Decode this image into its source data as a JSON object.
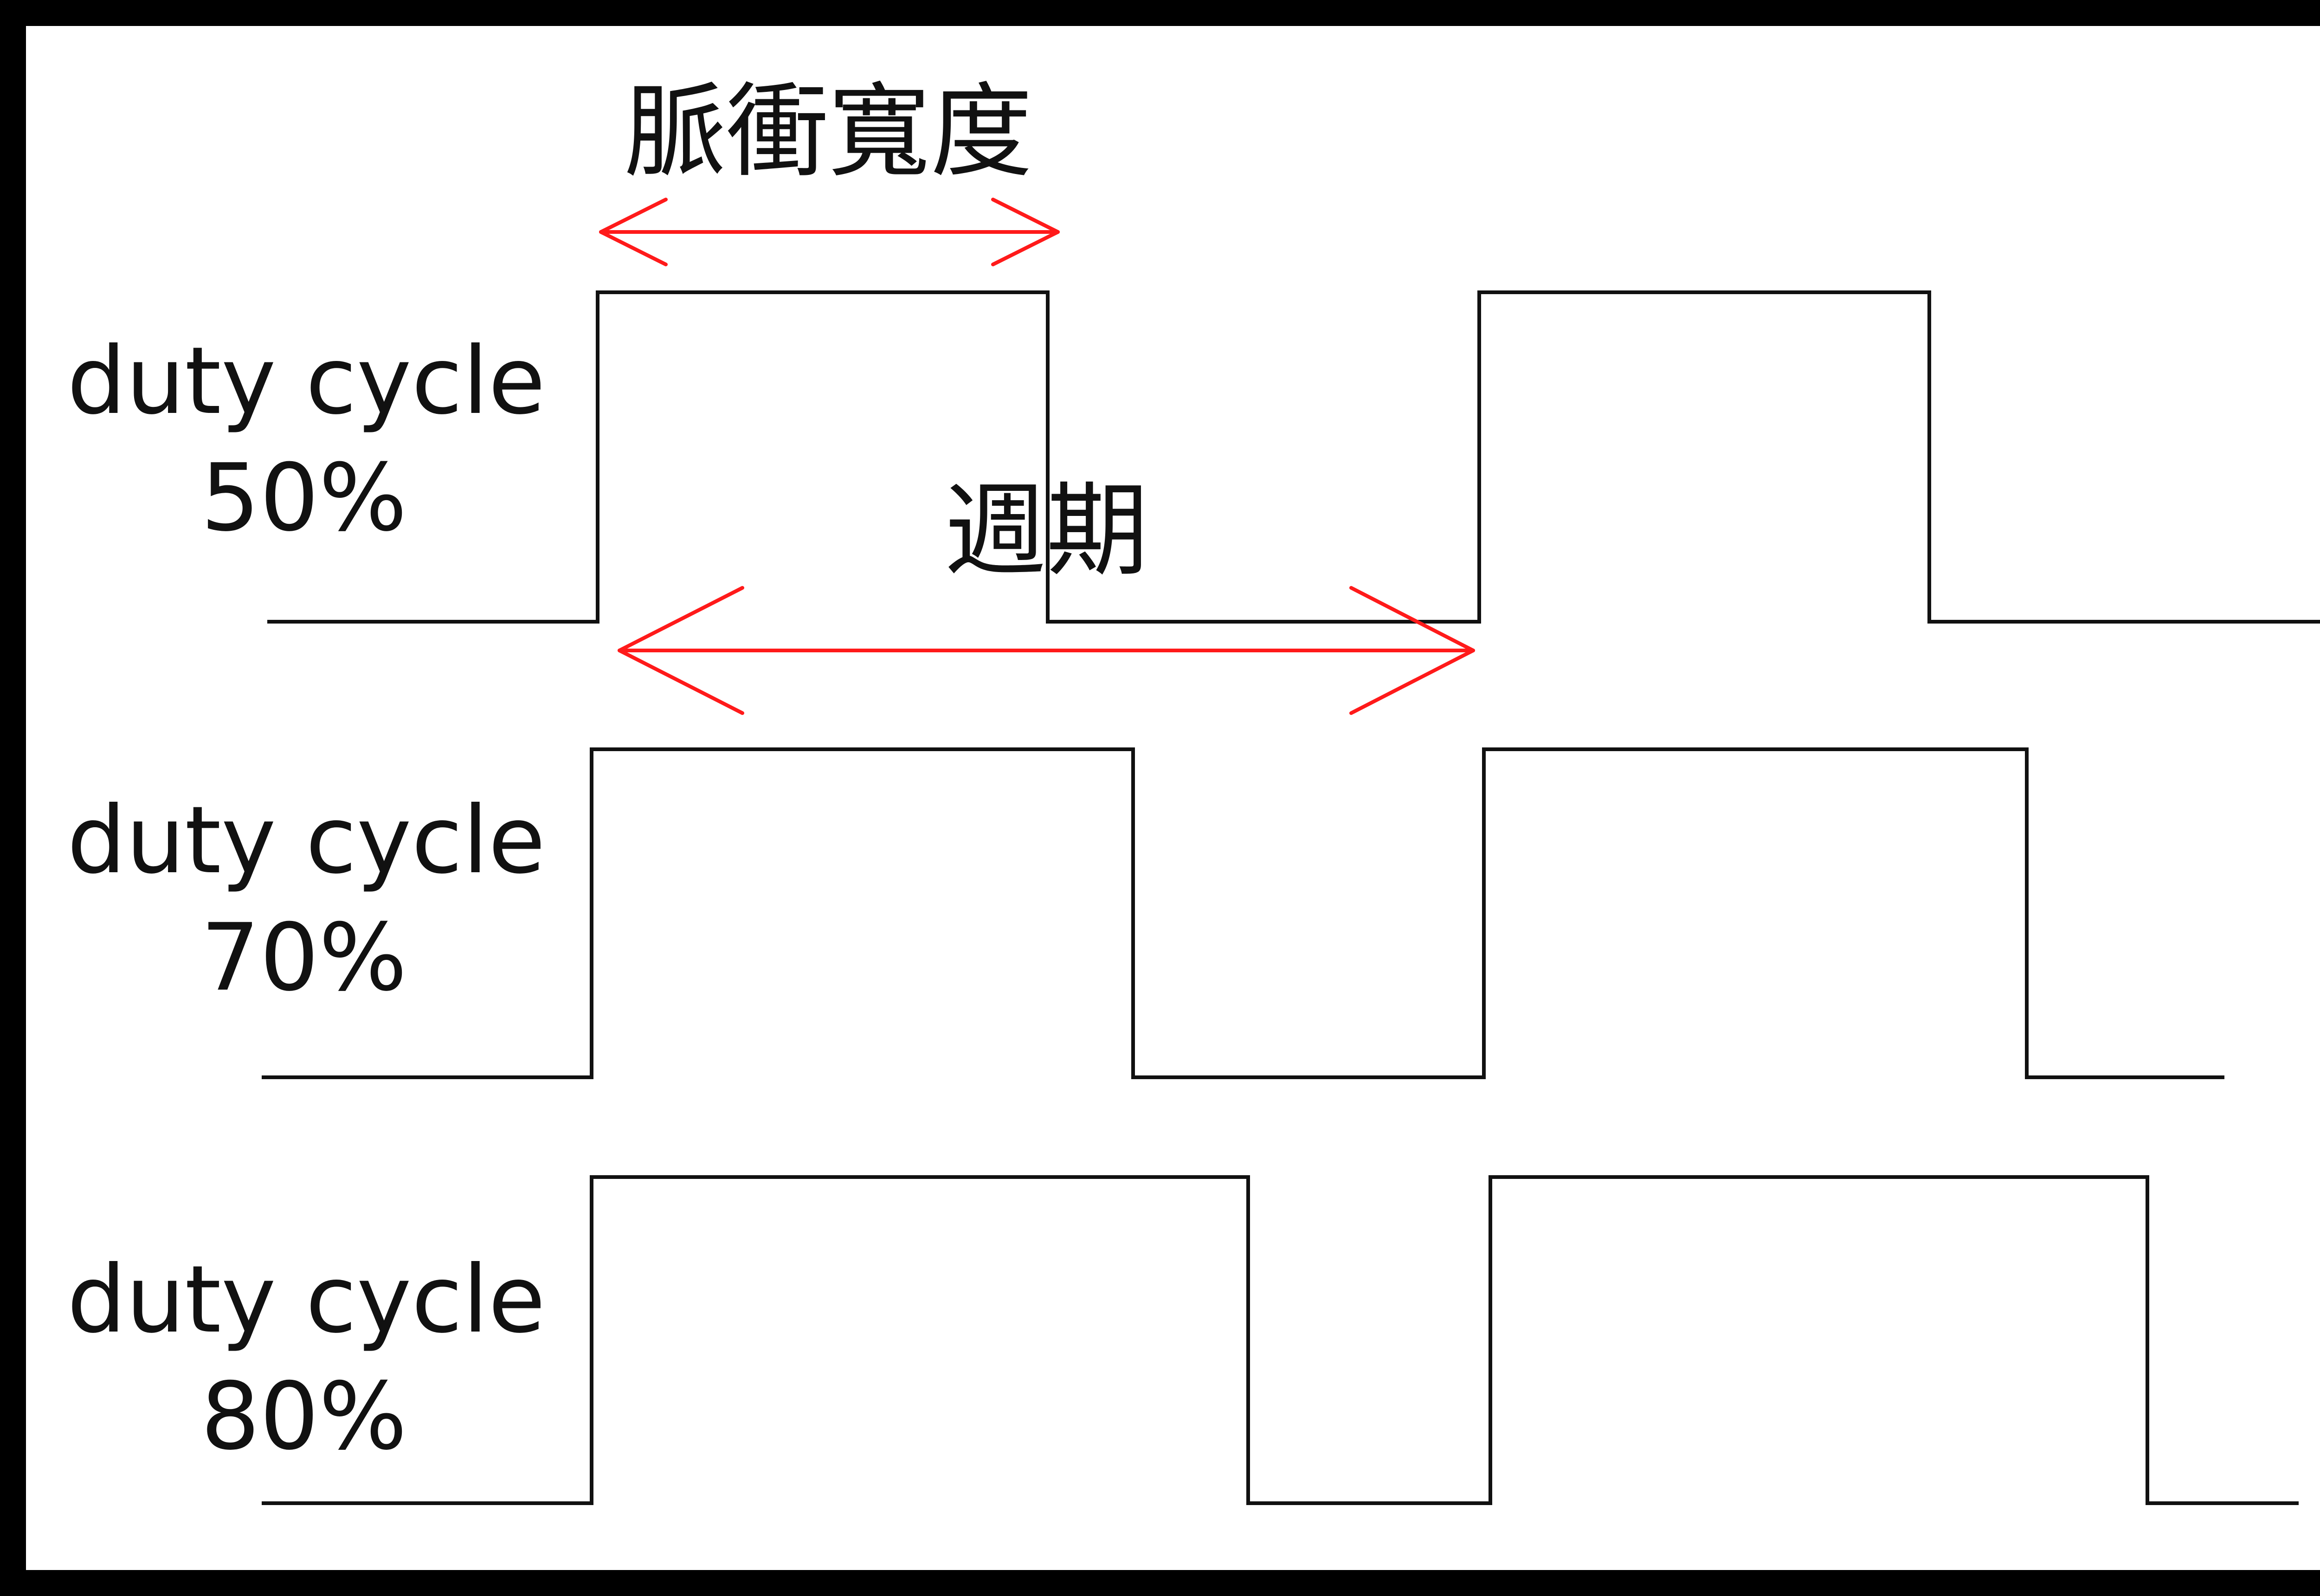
{
  "annotations": {
    "pulse_width_label": "脈衝寬度",
    "period_label": "週期"
  },
  "rows": [
    {
      "label_line1": "duty cycle",
      "label_line2": "50%",
      "duty_cycle": 0.5
    },
    {
      "label_line1": "duty cycle",
      "label_line2": "70%",
      "duty_cycle": 0.7
    },
    {
      "label_line1": "duty cycle",
      "label_line2": "80%",
      "duty_cycle": 0.8
    }
  ],
  "colors": {
    "waveform": "#111111",
    "arrow": "#ff1a1a",
    "frame": "#000000"
  }
}
